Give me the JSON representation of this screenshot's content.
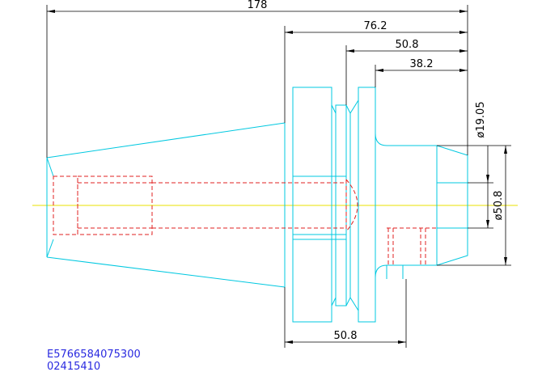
{
  "drawing": {
    "dimensions": {
      "overall_length": "178",
      "flange_to_end": "76.2",
      "groove_to_end": "50.8",
      "collar_to_end": "38.2",
      "flange_width": "50.8",
      "bore_diameter": "ø19.05",
      "body_diameter": "ø50.8"
    },
    "part_codes": [
      "E5766584075300",
      "02415410"
    ],
    "colors": {
      "outline": "#00c8e0",
      "hidden": "#e02020",
      "centerline": "#e8e000",
      "dimension": "#000000",
      "code_text": "#2a2ae0"
    }
  }
}
